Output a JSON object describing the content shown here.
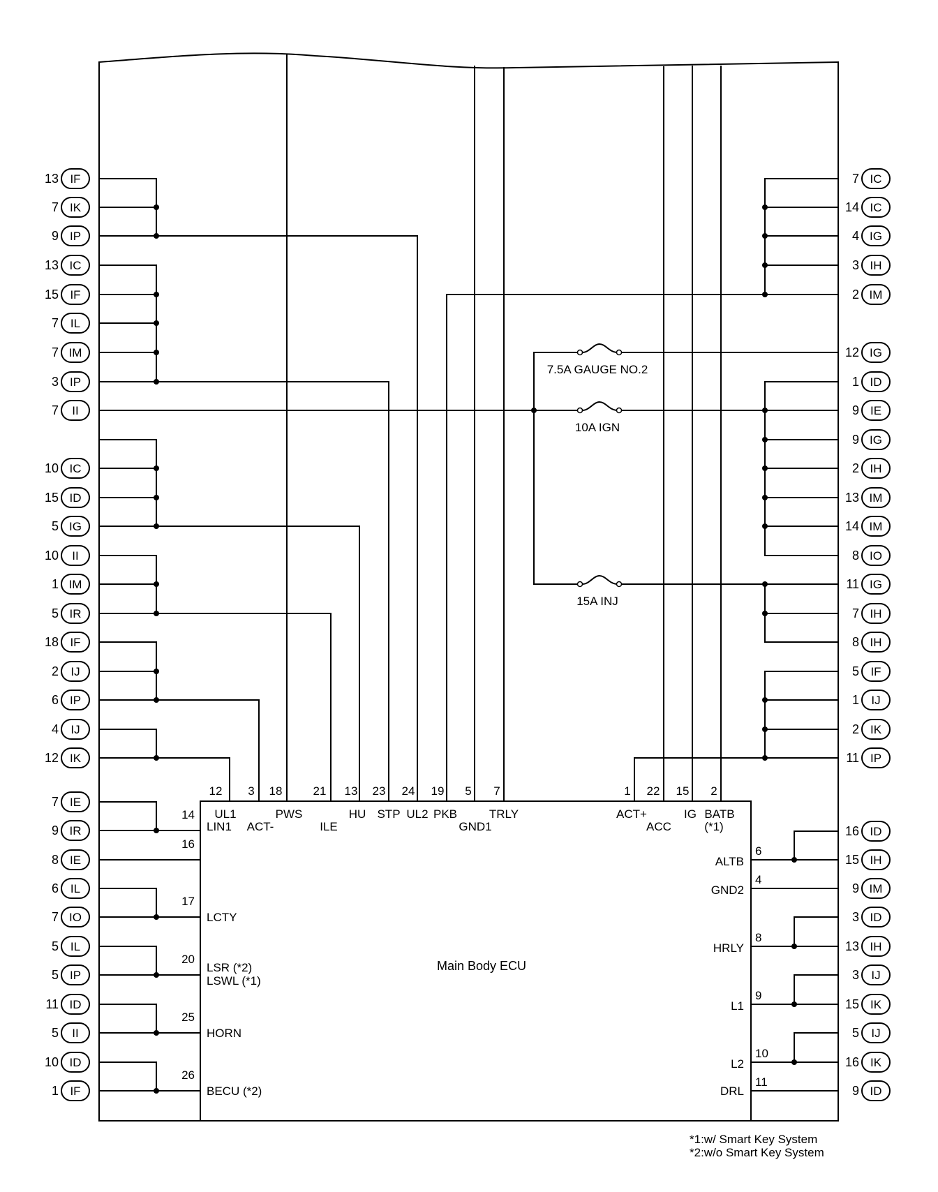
{
  "ecu": {
    "title": "Main Body ECU",
    "top_pins": [
      {
        "num": "12",
        "label": "UL1"
      },
      {
        "num": "3",
        "label": "ACT-"
      },
      {
        "num": "18",
        "label": "PWS"
      },
      {
        "num": "21",
        "label": "ILE"
      },
      {
        "num": "13",
        "label": "HU"
      },
      {
        "num": "23",
        "label": "STP"
      },
      {
        "num": "24",
        "label": "UL2"
      },
      {
        "num": "19",
        "label": "PKB"
      },
      {
        "num": "5",
        "label": "GND1"
      },
      {
        "num": "7",
        "label": "TRLY"
      },
      {
        "num": "1",
        "label": "ACT+"
      },
      {
        "num": "22",
        "label": "ACC"
      },
      {
        "num": "15",
        "label": "IG"
      },
      {
        "num": "2",
        "label": "BATB"
      }
    ],
    "batb_note": "(*1)",
    "left_pins": [
      {
        "num": "14",
        "label": "LIN1"
      },
      {
        "num": "16",
        "label": ""
      },
      {
        "num": "17",
        "label": "LCTY"
      },
      {
        "num": "20",
        "label": "LSR (*2)"
      },
      {
        "num": "25",
        "label": "HORN"
      },
      {
        "num": "26",
        "label": "BECU (*2)"
      }
    ],
    "lswl_label": "LSWL (*1)",
    "right_pins": [
      {
        "num": "6",
        "label": "ALTB"
      },
      {
        "num": "4",
        "label": "GND2"
      },
      {
        "num": "8",
        "label": "HRLY"
      },
      {
        "num": "9",
        "label": "L1"
      },
      {
        "num": "10",
        "label": "L2"
      },
      {
        "num": "11",
        "label": "DRL"
      }
    ]
  },
  "left_connectors": [
    {
      "num": "13",
      "code": "IF"
    },
    {
      "num": "7",
      "code": "IK"
    },
    {
      "num": "9",
      "code": "IP"
    },
    {
      "num": "13",
      "code": "IC"
    },
    {
      "num": "15",
      "code": "IF"
    },
    {
      "num": "7",
      "code": "IL"
    },
    {
      "num": "7",
      "code": "IM"
    },
    {
      "num": "3",
      "code": "IP"
    },
    {
      "num": "7",
      "code": "II"
    },
    {
      "num": "10",
      "code": "IC"
    },
    {
      "num": "15",
      "code": "ID"
    },
    {
      "num": "5",
      "code": "IG"
    },
    {
      "num": "10",
      "code": "II"
    },
    {
      "num": "1",
      "code": "IM"
    },
    {
      "num": "5",
      "code": "IR"
    },
    {
      "num": "18",
      "code": "IF"
    },
    {
      "num": "2",
      "code": "IJ"
    },
    {
      "num": "6",
      "code": "IP"
    },
    {
      "num": "4",
      "code": "IJ"
    },
    {
      "num": "12",
      "code": "IK"
    },
    {
      "num": "7",
      "code": "IE"
    },
    {
      "num": "9",
      "code": "IR"
    },
    {
      "num": "8",
      "code": "IE"
    },
    {
      "num": "6",
      "code": "IL"
    },
    {
      "num": "7",
      "code": "IO"
    },
    {
      "num": "5",
      "code": "IL"
    },
    {
      "num": "5",
      "code": "IP"
    },
    {
      "num": "11",
      "code": "ID"
    },
    {
      "num": "5",
      "code": "II"
    },
    {
      "num": "10",
      "code": "ID"
    },
    {
      "num": "1",
      "code": "IF"
    }
  ],
  "right_connectors": [
    {
      "num": "7",
      "code": "IC"
    },
    {
      "num": "14",
      "code": "IC"
    },
    {
      "num": "4",
      "code": "IG"
    },
    {
      "num": "3",
      "code": "IH"
    },
    {
      "num": "2",
      "code": "IM"
    },
    {
      "num": "12",
      "code": "IG"
    },
    {
      "num": "1",
      "code": "ID"
    },
    {
      "num": "9",
      "code": "IE"
    },
    {
      "num": "9",
      "code": "IG"
    },
    {
      "num": "2",
      "code": "IH"
    },
    {
      "num": "13",
      "code": "IM"
    },
    {
      "num": "14",
      "code": "IM"
    },
    {
      "num": "8",
      "code": "IO"
    },
    {
      "num": "11",
      "code": "IG"
    },
    {
      "num": "7",
      "code": "IH"
    },
    {
      "num": "8",
      "code": "IH"
    },
    {
      "num": "5",
      "code": "IF"
    },
    {
      "num": "1",
      "code": "IJ"
    },
    {
      "num": "2",
      "code": "IK"
    },
    {
      "num": "11",
      "code": "IP"
    },
    {
      "num": "16",
      "code": "ID"
    },
    {
      "num": "15",
      "code": "IH"
    },
    {
      "num": "9",
      "code": "IM"
    },
    {
      "num": "3",
      "code": "ID"
    },
    {
      "num": "13",
      "code": "IH"
    },
    {
      "num": "3",
      "code": "IJ"
    },
    {
      "num": "15",
      "code": "IK"
    },
    {
      "num": "5",
      "code": "IJ"
    },
    {
      "num": "16",
      "code": "IK"
    },
    {
      "num": "9",
      "code": "ID"
    }
  ],
  "fuses": [
    {
      "label": "7.5A GAUGE NO.2"
    },
    {
      "label": "10A IGN"
    },
    {
      "label": "15A INJ"
    }
  ],
  "notes": [
    "*1:w/ Smart Key System",
    "*2:w/o Smart Key System"
  ]
}
